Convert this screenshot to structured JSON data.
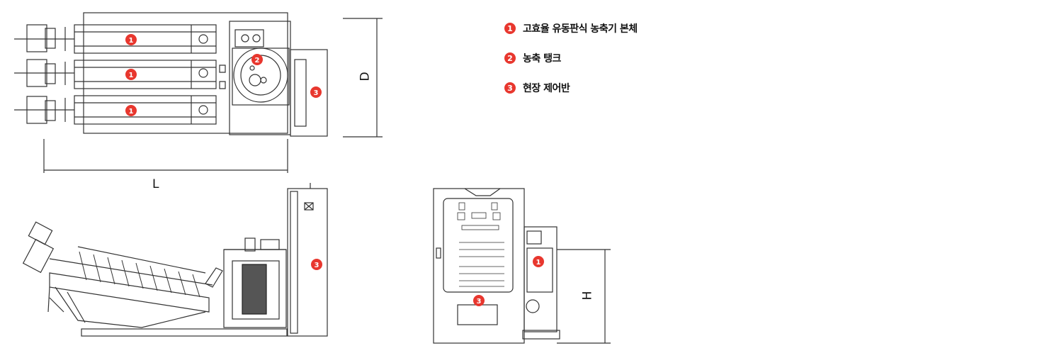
{
  "legend": {
    "items": [
      {
        "number": "1",
        "label": "고효율 유동판식 농축기 본체"
      },
      {
        "number": "2",
        "label": "농축 탱크"
      },
      {
        "number": "3",
        "label": "현장 제어반"
      }
    ]
  },
  "dimensions": {
    "depth": "D",
    "length": "L",
    "height": "H"
  },
  "markers": {
    "body": "1",
    "tank": "2",
    "panel": "3"
  },
  "colors": {
    "marker": "#e8372e",
    "line": "#333333"
  }
}
